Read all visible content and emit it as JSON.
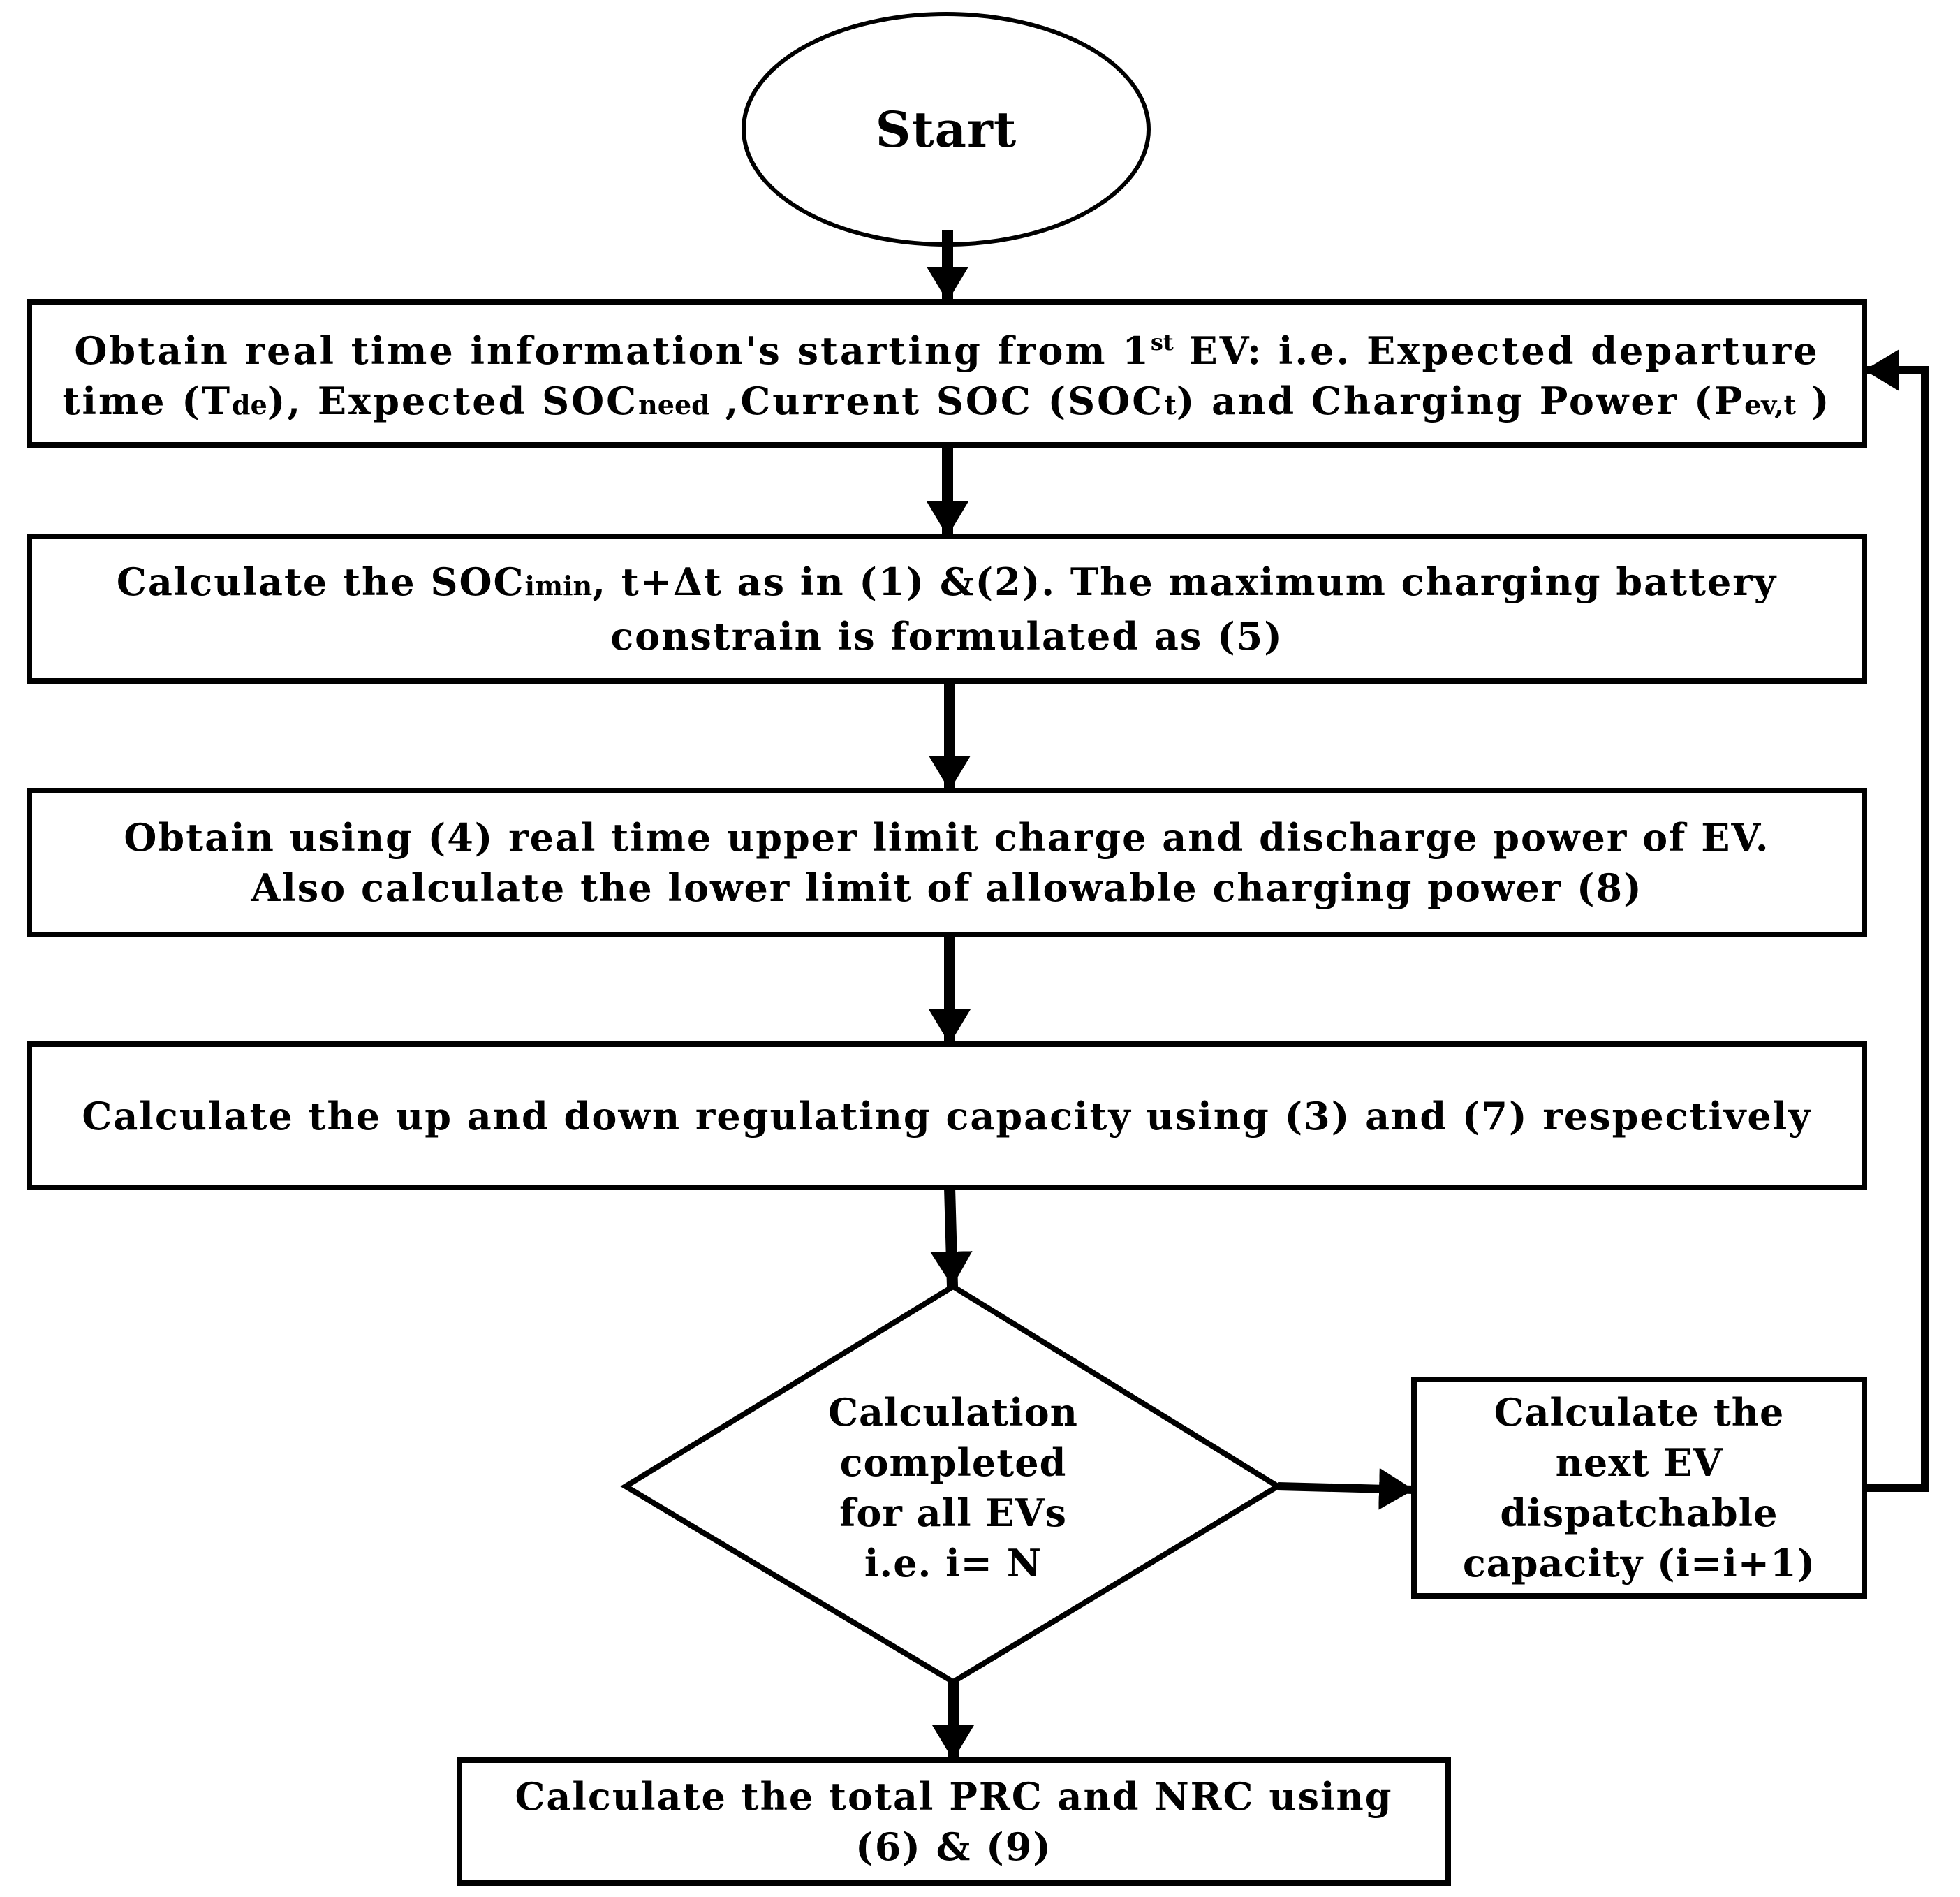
{
  "start": {
    "label": "Start"
  },
  "step1": {
    "line1": {
      "a": "Obtain real time information's starting from 1",
      "sup": "st",
      "b": " EV: i.e. Expected departure"
    },
    "line2": {
      "a": "time (T",
      "sub1": "de",
      "b": "), Expected SOC",
      "sub2": "need",
      "c": " ,Current SOC (SOC",
      "sub3": "t",
      "d": ") and Charging Power (P",
      "sub4": "ev,t",
      "e": " )"
    }
  },
  "step2": {
    "line1": {
      "a": "Calculate the SOC",
      "sub": "imin",
      "b": ", t+Δt as in (1) &(2). The maximum charging battery"
    },
    "line2": "constrain is formulated as (5)"
  },
  "step3": {
    "line1": "Obtain using (4) real time upper limit charge and discharge power of EV.",
    "line2": "Also calculate the lower limit of allowable charging power (8)"
  },
  "step4": {
    "line1": "Calculate the up and down regulating capacity using (3) and (7) respectively"
  },
  "decision": {
    "lines": [
      "Calculation",
      "completed",
      "for all EVs",
      "i.e. i= N"
    ]
  },
  "next_ev": {
    "lines": [
      "Calculate the",
      "next EV",
      "dispatchable",
      "capacity (i=i+1)"
    ]
  },
  "final": {
    "line1": "Calculate the total PRC and NRC using",
    "line2": "(6) & (9)"
  },
  "colors": {
    "stroke": "#000000",
    "background": "#ffffff",
    "text": "#000000"
  }
}
